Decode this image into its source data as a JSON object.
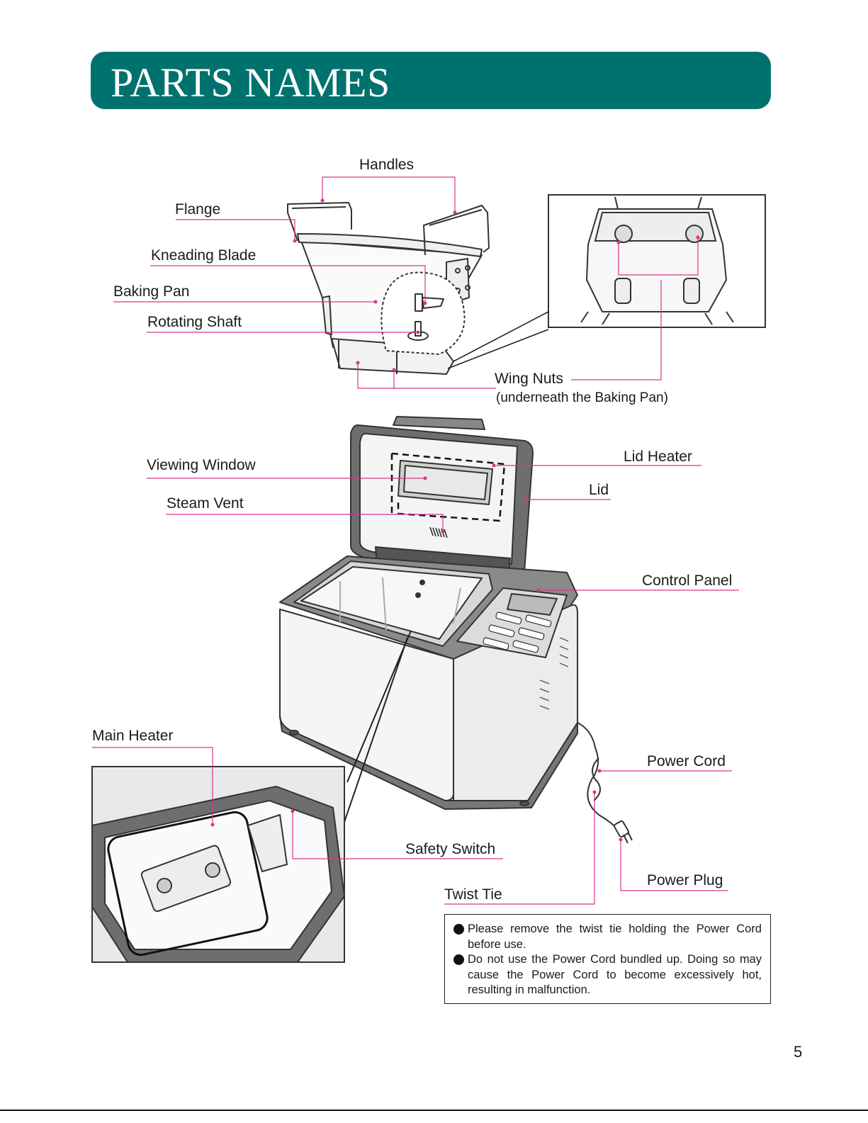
{
  "header": {
    "title": "PARTS NAMES"
  },
  "labels": {
    "handles": "Handles",
    "flange": "Flange",
    "kneading_blade": "Kneading Blade",
    "baking_pan": "Baking Pan",
    "rotating_shaft": "Rotating Shaft",
    "wing_nuts": "Wing Nuts",
    "wing_nuts_note": "(underneath the Baking Pan)",
    "viewing_window": "Viewing Window",
    "steam_vent": "Steam Vent",
    "lid_heater": "Lid Heater",
    "lid": "Lid",
    "control_panel": "Control Panel",
    "main_heater": "Main Heater",
    "power_cord": "Power Cord",
    "safety_switch": "Safety Switch",
    "power_plug": "Power Plug",
    "twist_tie": "Twist Tie"
  },
  "notes": [
    "Please remove the twist tie holding the Power Cord before use.",
    "Do not use the Power Cord bundled up. Doing so may cause the Power Cord to become excessively hot, resulting in malfunction."
  ],
  "page_number": "5",
  "colors": {
    "header": "#00726e",
    "leader": "#d9348c"
  }
}
